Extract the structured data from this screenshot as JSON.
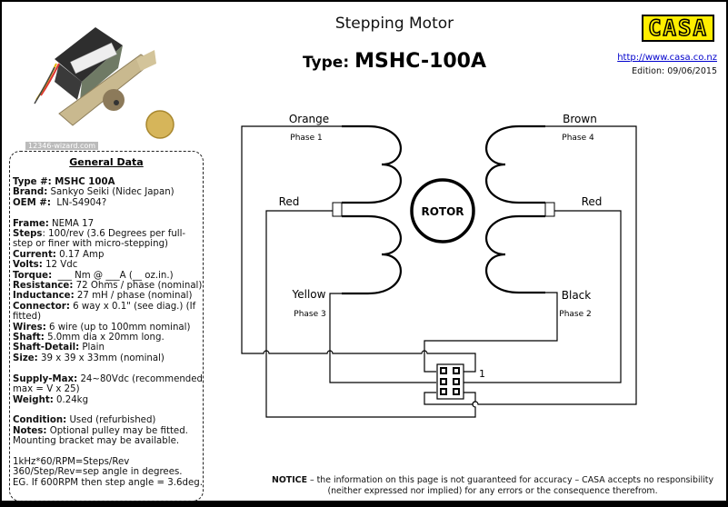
{
  "header": {
    "title": "Stepping Motor",
    "type_label": "Type:",
    "type_value": "MSHC-100A",
    "logo_text": "CASA",
    "url": "http://www.casa.co.nz",
    "edition": "Edition: 09/06/2015"
  },
  "photo": {
    "watermark": "12346-wizard.com"
  },
  "general_data": {
    "title": "General Data",
    "groups": [
      [
        {
          "label": "Type #: MSHC 100A",
          "value": ""
        },
        {
          "label": "Brand:",
          "value": " Sankyo Seiki (Nidec Japan)"
        },
        {
          "label": "OEM #:",
          "value": "  LN-S4904?"
        }
      ],
      [
        {
          "label": "Frame:",
          "value": " NEMA 17"
        },
        {
          "label": "Steps",
          "value": ": 100/rev (3.6 Degrees per full-step or finer with micro-stepping)"
        },
        {
          "label": "Current:",
          "value": " 0.17 Amp"
        },
        {
          "label": "Volts:",
          "value": " 12 Vdc"
        },
        {
          "label": "Torque:",
          "value": "  ___ Nm @ ___A (__ oz.in.)"
        },
        {
          "label": "Resistance:",
          "value": " 72 Ohms / phase (nominal)"
        },
        {
          "label": "Inductance:",
          "value": " 27 mH / phase (nominal)"
        },
        {
          "label": "Connector:",
          "value": " 6 way x 0.1\" (see diag.) (If fitted)"
        },
        {
          "label": "Wires:",
          "value": " 6 wire (up to 100mm nominal)"
        },
        {
          "label": "Shaft:",
          "value": " 5.0mm dia x 20mm long."
        },
        {
          "label": "Shaft-Detail:",
          "value": " Plain"
        },
        {
          "label": "Size:",
          "value": " 39 x 39 x 33mm (nominal)"
        }
      ],
      [
        {
          "label": "Supply-Max:",
          "value": " 24~80Vdc (recommended max = V x 25)"
        },
        {
          "label": "Weight:",
          "value": " 0.24kg"
        }
      ],
      [
        {
          "label": "Condition:",
          "value": " Used (refurbished)"
        },
        {
          "label": "Notes:",
          "value": " Optional pulley may be fitted. Mounting bracket may be available."
        }
      ],
      [
        {
          "label": "",
          "value": "1kHz*60/RPM=Steps/Rev"
        },
        {
          "label": "",
          "value": "360/Step/Rev=sep angle in degrees."
        },
        {
          "label": "",
          "value": "EG. If 600RPM then step angle = 3.6deg."
        }
      ]
    ]
  },
  "diagram": {
    "rotor": "ROTOR",
    "wires": {
      "orange": "Orange",
      "phase1": "Phase 1",
      "brown": "Brown",
      "phase4": "Phase 4",
      "red_left": "Red",
      "red_right": "Red",
      "yellow": "Yellow",
      "phase3": "Phase 3",
      "black": "Black",
      "phase2": "Phase 2"
    },
    "pin1": "1"
  },
  "notice": {
    "bold": "NOTICE",
    "line1": " – the information on this page is not guaranteed for accuracy – CASA accepts no responsibility",
    "line2": "(neither expressed nor implied) for any errors or the consequence therefrom."
  }
}
